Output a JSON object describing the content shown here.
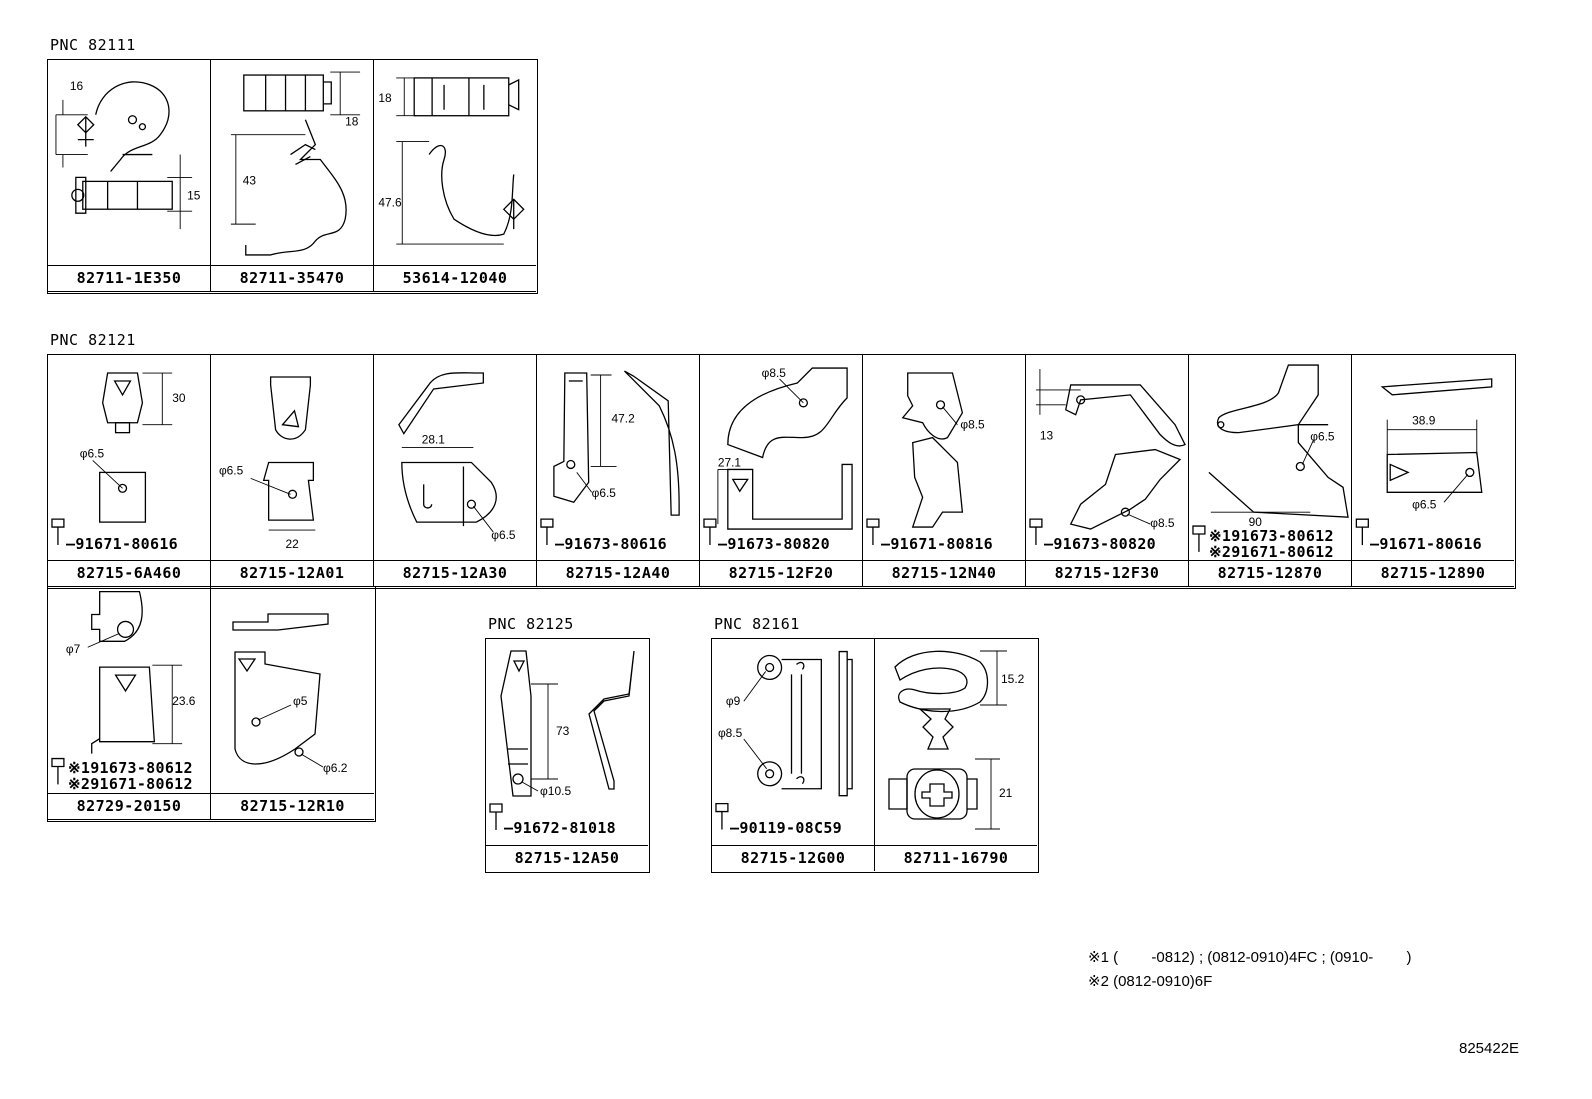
{
  "groups": [
    {
      "pnc": "PNC 82111",
      "cells": [
        {
          "part": "82711-1E350",
          "dims": [
            "16",
            "15"
          ]
        },
        {
          "part": "82711-35470",
          "dims": [
            "18",
            "43"
          ]
        },
        {
          "part": "53614-12040",
          "dims": [
            "18",
            "47.6"
          ]
        }
      ]
    },
    {
      "pnc": "PNC 82121",
      "cells": [
        {
          "part": "82715-6A460",
          "dims": [
            "30",
            "φ6.5"
          ],
          "bolt": "91671-80616"
        },
        {
          "part": "82715-12A01",
          "dims": [
            "φ6.5",
            "22"
          ]
        },
        {
          "part": "82715-12A30",
          "dims": [
            "28.1",
            "φ6.5"
          ]
        },
        {
          "part": "82715-12A40",
          "dims": [
            "47.2",
            "φ6.5"
          ],
          "bolt": "91673-80616"
        },
        {
          "part": "82715-12F20",
          "dims": [
            "φ8.5",
            "27.1"
          ],
          "bolt": "91673-80820"
        },
        {
          "part": "82715-12N40",
          "dims": [
            "φ8.5"
          ],
          "bolt": "91671-80816"
        },
        {
          "part": "82715-12F30",
          "dims": [
            "13",
            "φ8.5"
          ],
          "bolt": "91673-80820"
        },
        {
          "part": "82715-12870",
          "dims": [
            "φ6.5",
            "90"
          ],
          "bolt": "※191673-80612",
          "bolt2": "※291671-80612"
        },
        {
          "part": "82715-12890",
          "dims": [
            "38.9",
            "φ6.5"
          ],
          "bolt": "91671-80616"
        },
        {
          "part": "82729-20150",
          "dims": [
            "φ7",
            "23.6"
          ],
          "bolt": "※191673-80612",
          "bolt2": "※291671-80612"
        },
        {
          "part": "82715-12R10",
          "dims": [
            "φ5",
            "φ6.2"
          ]
        }
      ]
    },
    {
      "pnc": "PNC 82125",
      "cells": [
        {
          "part": "82715-12A50",
          "dims": [
            "73",
            "φ10.5"
          ],
          "bolt": "91672-81018"
        }
      ]
    },
    {
      "pnc": "PNC 82161",
      "cells": [
        {
          "part": "82715-12G00",
          "dims": [
            "φ9",
            "φ8.5"
          ],
          "bolt": "90119-08C59"
        },
        {
          "part": "82711-16790",
          "dims": [
            "15.2",
            "21"
          ]
        }
      ]
    }
  ],
  "notes": [
    "※1 (        -0812) ; (0812-0910)4FC ; (0910-        )",
    "※2 (0812-0910)6F"
  ],
  "ref_code": "825422E"
}
